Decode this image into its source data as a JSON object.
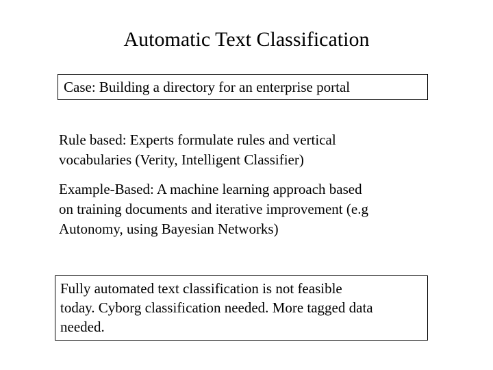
{
  "title": "Automatic Text Classification",
  "case_box": {
    "text": "Case: Building a directory for an enterprise portal"
  },
  "rule_based": {
    "lines": [
      "Rule based: Experts formulate rules and vertical",
      "vocabularies (Verity, Intelligent Classifier)"
    ]
  },
  "example_based": {
    "lines": [
      "Example-Based: A machine learning approach based",
      "on training documents and iterative improvement (e.g",
      "Autonomy, using Bayesian Networks)"
    ]
  },
  "conclusion_box": {
    "lines": [
      "Fully automated text classification is not feasible",
      "today. Cyborg classification needed. More tagged data",
      "needed."
    ]
  }
}
